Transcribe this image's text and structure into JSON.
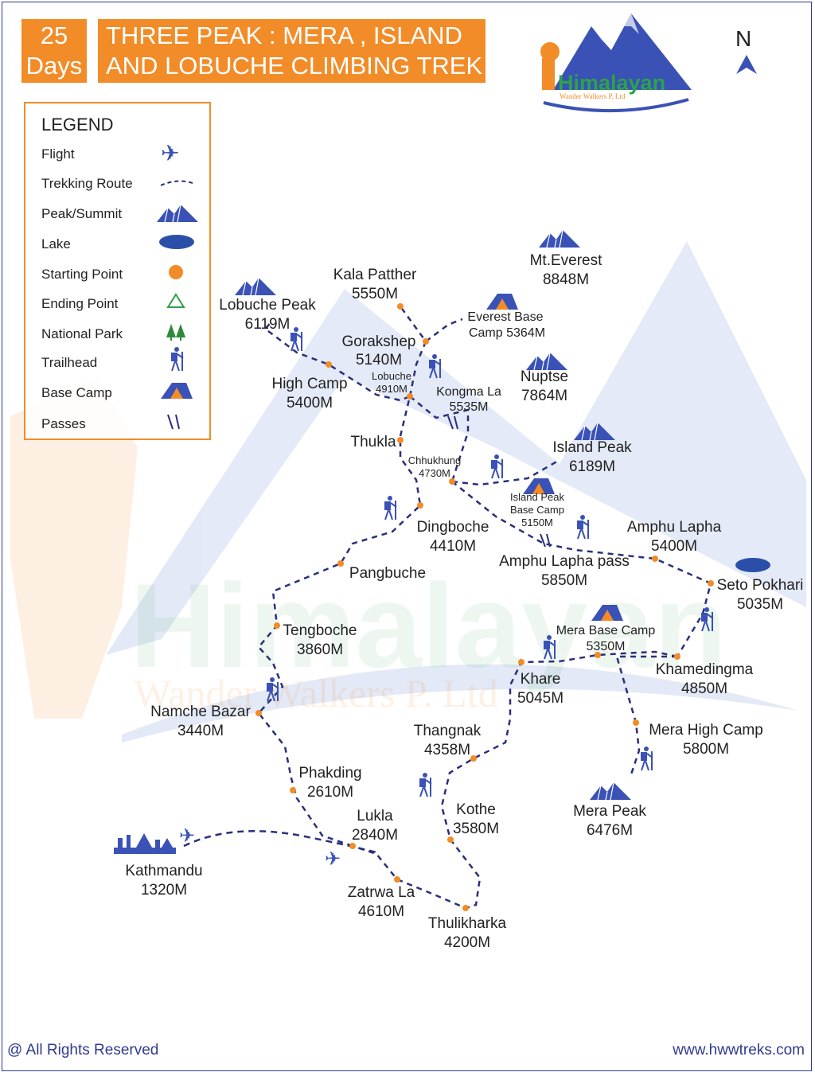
{
  "header": {
    "days_number": "25",
    "days_label": "Days",
    "title_line1": "THREE PEAK : MERA , ISLAND",
    "title_line2": "AND LOBUCHE CLIMBING TREK"
  },
  "logo": {
    "brand": "Himalayan",
    "subtitle": "Wander Walkers P. Ltd",
    "watermark_line1": "Himalayan",
    "watermark_line2": "Wander Walkers P. Ltd"
  },
  "compass": {
    "label": "N"
  },
  "legend": {
    "title": "LEGEND",
    "items": [
      {
        "label": "Flight",
        "icon": "airplane-icon"
      },
      {
        "label": "Trekking Route",
        "icon": "dashed-line-icon"
      },
      {
        "label": "Peak/Summit",
        "icon": "mountain-icon"
      },
      {
        "label": "Lake",
        "icon": "lake-icon"
      },
      {
        "label": "Starting Point",
        "icon": "orange-dot-icon"
      },
      {
        "label": "Ending Point",
        "icon": "triangle-outline-icon"
      },
      {
        "label": "National Park",
        "icon": "trees-icon"
      },
      {
        "label": "Trailhead",
        "icon": "hiker-icon"
      },
      {
        "label": "Base Camp",
        "icon": "tent-icon"
      },
      {
        "label": "Passes",
        "icon": "pass-icon"
      }
    ]
  },
  "places": {
    "kala_patther": {
      "name": "Kala Patther",
      "elev": "5550M"
    },
    "everest": {
      "name": "Mt.Everest",
      "elev": "8848M"
    },
    "lobuche_peak": {
      "name": "Lobuche Peak",
      "elev": "6119M"
    },
    "everest_bc": {
      "name": "Everest Base",
      "elev": "Camp 5364M"
    },
    "gorakshep": {
      "name": "Gorakshep",
      "elev": "5140M"
    },
    "lobuche": {
      "name": "Lobuche",
      "elev": "4910M"
    },
    "high_camp": {
      "name": "High Camp",
      "elev": "5400M"
    },
    "kongma_la": {
      "name": "Kongma La",
      "elev": "5535M"
    },
    "nuptse": {
      "name": "Nuptse",
      "elev": "7864M"
    },
    "thukla": {
      "name": "Thukla",
      "elev": ""
    },
    "chhukhung": {
      "name": "Chhukhung",
      "elev": "4730M"
    },
    "island_peak": {
      "name": "Island Peak",
      "elev": "6189M"
    },
    "island_bc": {
      "name": "Island Peak",
      "line2": "Base Camp",
      "elev": "5150M"
    },
    "dingboche": {
      "name": "Dingboche",
      "elev": "4410M"
    },
    "amphu_lapha": {
      "name": "Amphu Lapha",
      "elev": "5400M"
    },
    "amphu_pass": {
      "name": "Amphu Lapha pass",
      "elev": "5850M"
    },
    "pangbuche": {
      "name": "Pangbuche",
      "elev": ""
    },
    "seto_pokhari": {
      "name": "Seto Pokhari",
      "elev": "5035M"
    },
    "tengboche": {
      "name": "Tengboche",
      "elev": "3860M"
    },
    "mera_bc": {
      "name": "Mera Base Camp",
      "elev": "5350M"
    },
    "khare": {
      "name": "Khare",
      "elev": "5045M"
    },
    "khamedingma": {
      "name": "Khamedingma",
      "elev": "4850M"
    },
    "namche": {
      "name": "Namche Bazar",
      "elev": "3440M"
    },
    "thangnak": {
      "name": "Thangnak",
      "elev": "4358M"
    },
    "mera_high": {
      "name": "Mera High Camp",
      "elev": "5800M"
    },
    "phakding": {
      "name": "Phakding",
      "elev": "2610M"
    },
    "kothe": {
      "name": "Kothe",
      "elev": "3580M"
    },
    "mera_peak": {
      "name": "Mera Peak",
      "elev": "6476M"
    },
    "lukla": {
      "name": "Lukla",
      "elev": "2840M"
    },
    "kathmandu": {
      "name": "Kathmandu",
      "elev": "1320M"
    },
    "zatrwa": {
      "name": "Zatrwa La",
      "elev": "4610M"
    },
    "thulikharka": {
      "name": "Thulikharka",
      "elev": "4200M"
    }
  },
  "colors": {
    "orange": "#f28c28",
    "navy": "#2b2f7a",
    "blue": "#3a51b5"
  },
  "footer": {
    "copyright": "@ All Rights Reserved",
    "website": "www.hwwtreks.com"
  }
}
